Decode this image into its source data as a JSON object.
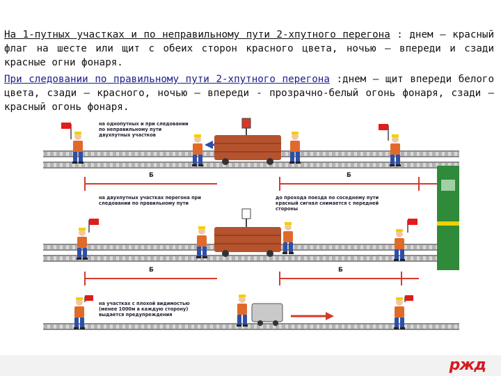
{
  "text": {
    "p1_underlined": "На 1-путных участках и по неправильному пути 2-хпутного перегона",
    "p1_rest": " : днем – красный флаг на шесте или щит с обеих сторон красного цвета, ночью – впереди и сзади красные огни фонаря.",
    "p2_underlined": "При следовании по правильному пути 2-хпутного перегона",
    "p2_rest": " :днем – щит впереди белого цвета, сзади – красного, ночью – впереди - прозрачно-белый огонь фонаря, сзади – красный огонь фонаря."
  },
  "illustration": {
    "caption_1": "на однопутных и при следовании по неправильному пути двухпутных участков",
    "caption_2": "на двухпутных участках перегона при следовании по правильному пути",
    "caption_3": "до прохода поезда по соседнему пути красный сигнал снимается с передней стороны",
    "caption_4": "на участках с плохой видимостью (менее 1000м в каждую сторону) выдается предупреждения",
    "distance_label": "Б"
  },
  "logo": {
    "text": "ржд",
    "color": "#d71920"
  },
  "colors": {
    "rail": "#8a8a8a",
    "arrow_red": "#d43a2a",
    "arrow_blue": "#2a4fb0",
    "trolley": "#b5532e",
    "vest": "#e06a2a",
    "worker_blue": "#2e4fa8",
    "locomotive": "#2f8a3a"
  }
}
